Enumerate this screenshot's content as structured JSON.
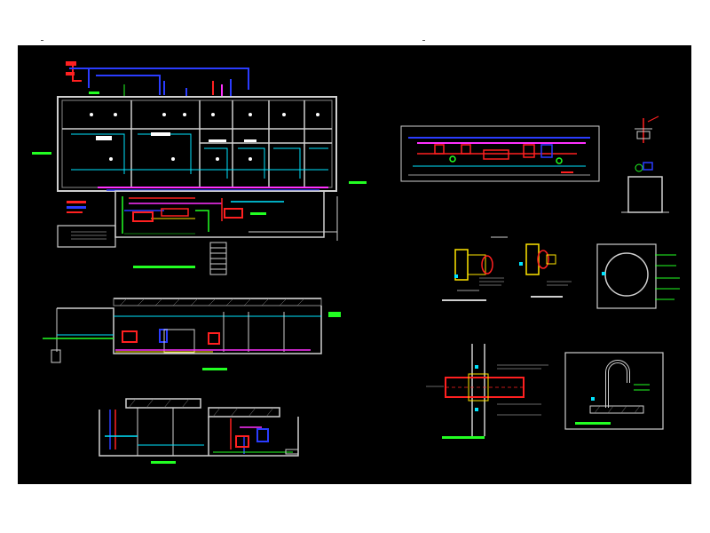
{
  "drawing": {
    "description_free": true,
    "background": "#000000",
    "page_background": "#ffffff",
    "colors": {
      "wall": "#cfcfcf",
      "pipe_blue": "#2a3cff",
      "pipe_red": "#ff2020",
      "pipe_magenta": "#ff30ff",
      "pipe_cyan": "#00e5ff",
      "pipe_green": "#22ff22",
      "pipe_yellow": "#ffe600",
      "label_green": "#22ff22"
    },
    "views": [
      {
        "id": "plan",
        "kind": "plan-view"
      },
      {
        "id": "section-a",
        "kind": "section-view"
      },
      {
        "id": "section-b",
        "kind": "section-view"
      },
      {
        "id": "pipe-elevation",
        "kind": "elevation-view"
      },
      {
        "id": "manhole-detail",
        "kind": "detail-view"
      },
      {
        "id": "puddle-flange-detail",
        "kind": "detail-view"
      },
      {
        "id": "sleeve-detail",
        "kind": "detail-view"
      },
      {
        "id": "wall-penetration-detail",
        "kind": "detail-view"
      },
      {
        "id": "vent-pipe-detail",
        "kind": "detail-view"
      }
    ]
  }
}
